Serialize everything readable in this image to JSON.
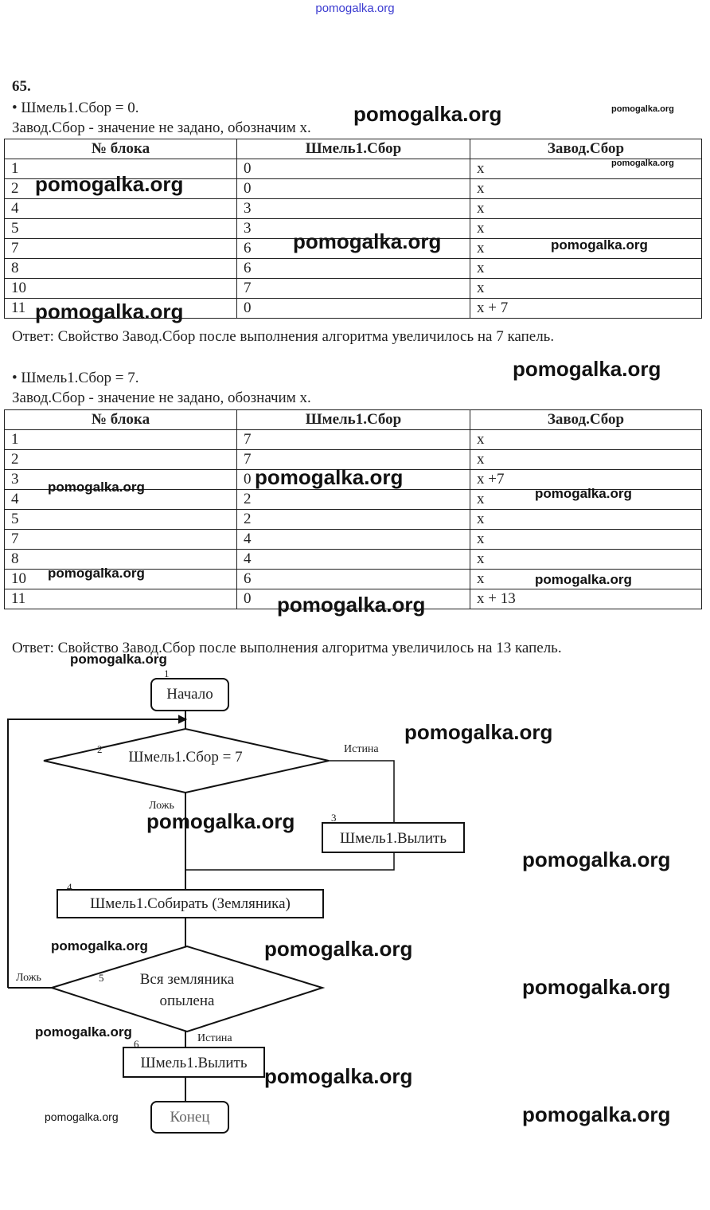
{
  "site_header": "pomogalka.org",
  "task_number": "65.",
  "case1": {
    "condition": "Шмель1.Сбор = 0.",
    "note": "Завод.Сбор - значение не задано, обозначим x.",
    "headers": [
      "№ блока",
      "Шмель1.Сбор",
      "Завод.Сбор"
    ],
    "rows": [
      [
        "1",
        "0",
        "x"
      ],
      [
        "2",
        "0",
        "x"
      ],
      [
        "4",
        "3",
        "x"
      ],
      [
        "5",
        "3",
        "x"
      ],
      [
        "7",
        "6",
        "x"
      ],
      [
        "8",
        "6",
        "x"
      ],
      [
        "10",
        "7",
        "x"
      ],
      [
        "11",
        "0",
        "x + 7"
      ]
    ],
    "answer": "Ответ: Свойство Завод.Сбор после выполнения алгоритма увеличилось на 7 капель."
  },
  "case2": {
    "condition": "Шмель1.Сбор = 7.",
    "note": "Завод.Сбор - значение не задано, обозначим x.",
    "headers": [
      "№ блока",
      "Шмель1.Сбор",
      "Завод.Сбор"
    ],
    "rows": [
      [
        "1",
        "7",
        "x"
      ],
      [
        "2",
        "7",
        "x"
      ],
      [
        "3",
        "0",
        "x +7"
      ],
      [
        "4",
        "2",
        "x"
      ],
      [
        "5",
        "2",
        "x"
      ],
      [
        "7",
        "4",
        "x"
      ],
      [
        "8",
        "4",
        "x"
      ],
      [
        "10",
        "6",
        "x"
      ],
      [
        "11",
        "0",
        "x + 13"
      ]
    ],
    "answer": "Ответ: Свойство Завод.Сбор после выполнения алгоритма увеличилось на 13 капель."
  },
  "flowchart": {
    "start": {
      "num": "1",
      "label": "Начало"
    },
    "cond1": {
      "num": "2",
      "label": "Шмель1.Сбор = 7",
      "true_label": "Истина",
      "false_label": "Ложь"
    },
    "block3": {
      "num": "3",
      "label": "Шмель1.Вылить"
    },
    "block4": {
      "num": "4",
      "label": "Шмель1.Собирать (Земляника)"
    },
    "cond2": {
      "num": "5",
      "line1": "Вся земляника",
      "line2": "опылена",
      "true_label": "Истина",
      "false_label": "Ложь"
    },
    "block6": {
      "num": "6",
      "label": "Шмель1.Вылить"
    },
    "end": {
      "label": "Конец"
    }
  },
  "watermark": "pomogalka.org"
}
